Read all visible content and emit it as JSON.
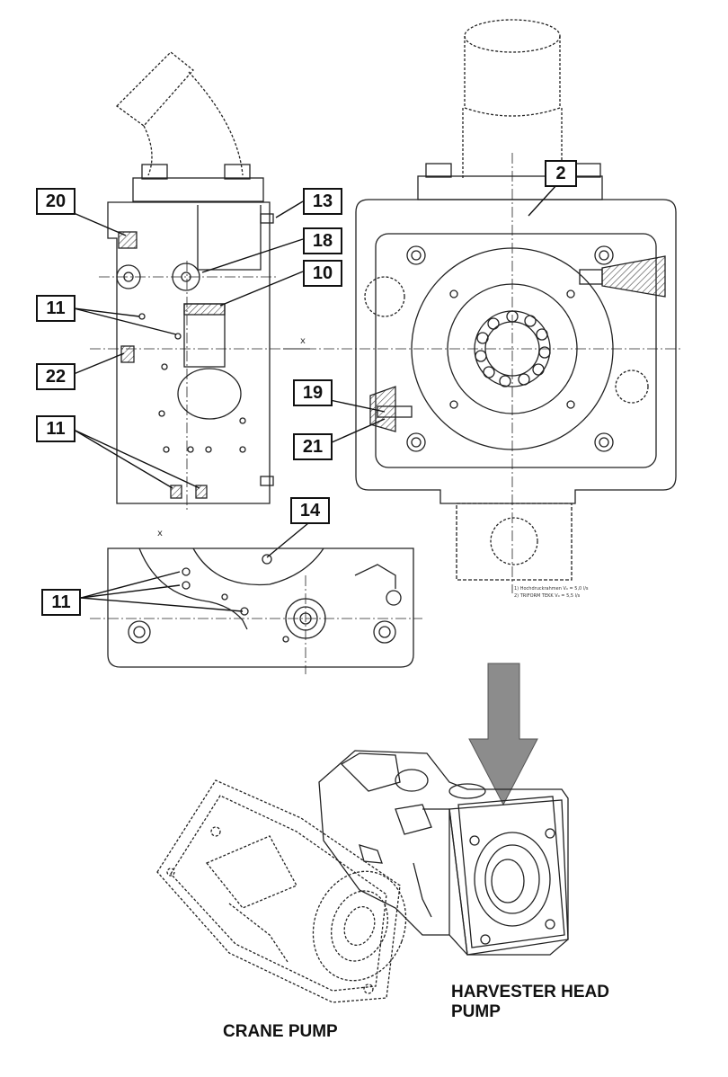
{
  "callouts": {
    "c20": "20",
    "c13": "13",
    "c18": "18",
    "c10": "10",
    "c11a": "11",
    "c22": "22",
    "c11b": "11",
    "c19": "19",
    "c21": "21",
    "c2": "2",
    "c14": "14",
    "c11c": "11"
  },
  "captions": {
    "harvester_line1": "HARVESTER HEAD",
    "harvester_line2": "PUMP",
    "crane": "CRANE PUMP"
  },
  "axis_marks": {
    "x_main": "x",
    "x_bottom": "x"
  },
  "fine_print": {
    "line1": "1) Hochdruckrahmen V₀ = 5,0 l/s",
    "line2": "2) TRIFORM TEKK V₀ = 5,5 l/s"
  },
  "colors": {
    "line": "#222222",
    "hatch": "#444444",
    "arrow_fill": "#8c8c8c"
  }
}
